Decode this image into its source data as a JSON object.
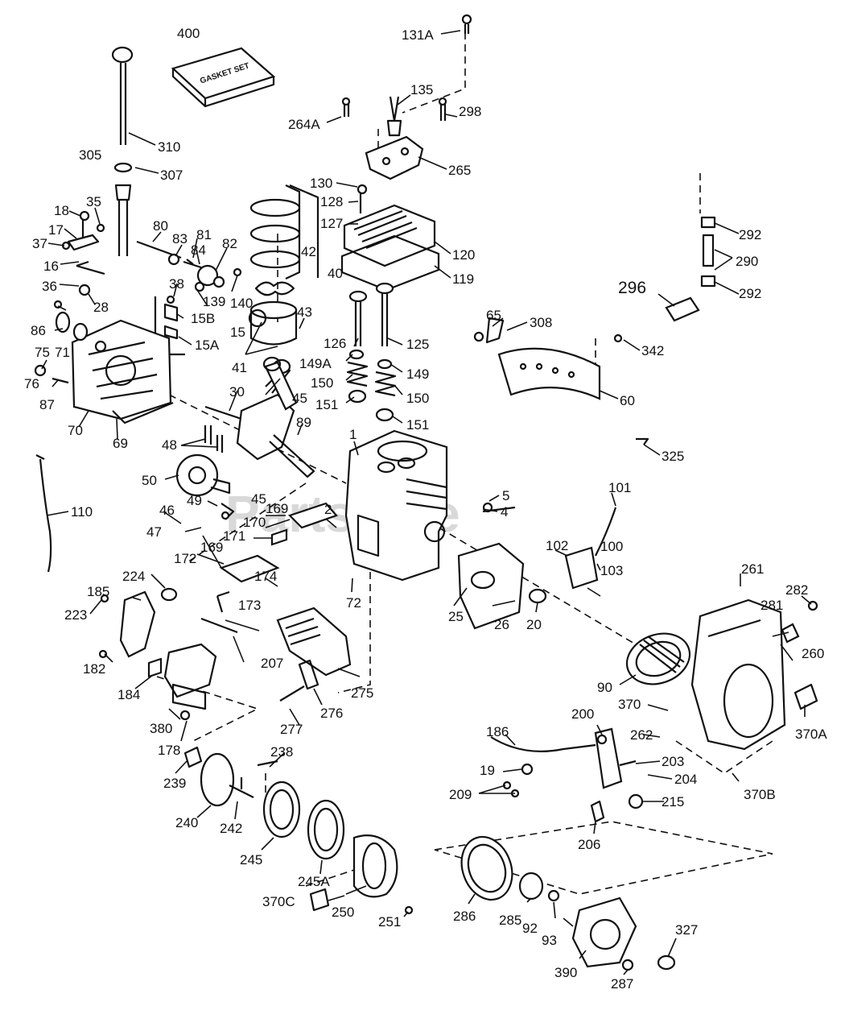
{
  "watermark": "PartsTree",
  "gasket_box_text": "GASKET SET",
  "labels": {
    "p400": "400",
    "p131A": "131A",
    "p135": "135",
    "p264A": "264A",
    "p298": "298",
    "p310": "310",
    "p305": "305",
    "p307": "307",
    "p265": "265",
    "p130": "130",
    "p128": "128",
    "p127": "127",
    "p120": "120",
    "p119": "119",
    "p18": "18",
    "p35": "35",
    "p17": "17",
    "p37": "37",
    "p16": "16",
    "p36": "36",
    "p28": "28",
    "p80": "80",
    "p83": "83",
    "p81": "81",
    "p84": "84",
    "p82": "82",
    "p42": "42",
    "p40": "40",
    "p38": "38",
    "p139": "139",
    "p140": "140",
    "p15B": "15B",
    "p15": "15",
    "p15A": "15A",
    "p43": "43",
    "p41": "41",
    "p86": "86",
    "p75": "75",
    "p71": "71",
    "p76": "76",
    "p87": "87",
    "p70": "70",
    "p69": "69",
    "p30": "30",
    "p45a": "45",
    "p126": "126",
    "p125": "125",
    "p149A": "149A",
    "p149": "149",
    "p150a": "150",
    "p150b": "150",
    "p151a": "151",
    "p151b": "151",
    "p292a": "292",
    "p290": "290",
    "p292b": "292",
    "p296": "296",
    "p65": "65",
    "p308": "308",
    "p342": "342",
    "p60": "60",
    "p325": "325",
    "p48": "48",
    "p89": "89",
    "p1": "1",
    "p50": "50",
    "p110": "110",
    "p45b": "45",
    "p49": "49",
    "p46": "46",
    "p47": "47",
    "p2": "2",
    "p169a": "169",
    "p170": "170",
    "p171": "171",
    "p169b": "169",
    "p172": "172",
    "p5": "5",
    "p4": "4",
    "p101": "101",
    "p102": "102",
    "p100": "100",
    "p103": "103",
    "p224": "224",
    "p185": "185",
    "p223": "223",
    "p182": "182",
    "p184": "184",
    "p174": "174",
    "p173": "173",
    "p72": "72",
    "p207": "207",
    "p275": "275",
    "p25": "25",
    "p26": "26",
    "p20": "20",
    "p261": "261",
    "p282": "282",
    "p281": "281",
    "p260": "260",
    "p90": "90",
    "p370": "370",
    "p370A": "370A",
    "p200": "200",
    "p186": "186",
    "p262": "262",
    "p19": "19",
    "p203": "203",
    "p204": "204",
    "p209": "209",
    "p215": "215",
    "p370B": "370B",
    "p206": "206",
    "p380": "380",
    "p178": "178",
    "p276": "276",
    "p277": "277",
    "p238": "238",
    "p239": "239",
    "p240": "240",
    "p242": "242",
    "p245": "245",
    "p245A": "245A",
    "p370C": "370C",
    "p250": "250",
    "p251": "251",
    "p286": "286",
    "p285": "285",
    "p92": "92",
    "p93": "93",
    "p390": "390",
    "p287": "287",
    "p327": "327"
  }
}
